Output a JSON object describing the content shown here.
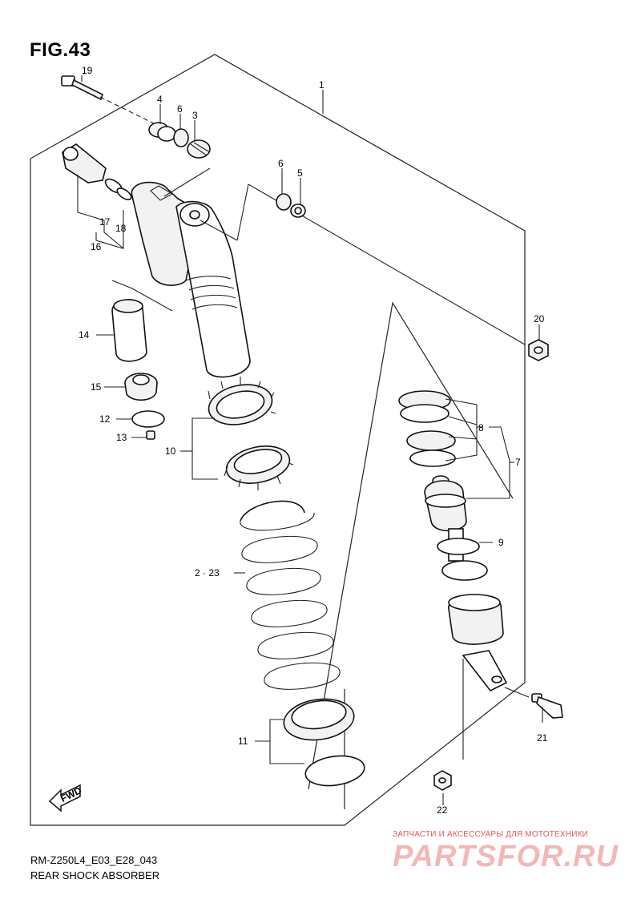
{
  "figure": {
    "title": "FIG.43",
    "model_code": "RM-Z250L4_E03_E28_043",
    "sheet_title": "REAR SHOCK ABSORBER"
  },
  "watermark": {
    "tagline": "ЗАПЧАСТИ И АКСЕССУАРЫ ДЛЯ МОТОТЕХНИКИ",
    "brand": "PARTSFOR.RU",
    "color": "#e05a5a"
  },
  "fwd_arrow": {
    "label": "FWD",
    "icon": "fwd-arrow-icon"
  },
  "callouts": {
    "c19": "19",
    "c1": "1",
    "c4": "4",
    "c6a": "6",
    "c3": "3",
    "c6b": "6",
    "c5": "5",
    "c17": "17",
    "c18": "18",
    "c16": "16",
    "c20": "20",
    "c14": "14",
    "c15": "15",
    "c12": "12",
    "c13": "13",
    "c10": "10",
    "c8": "8",
    "c7": "7",
    "c9": "9",
    "c2_23": "2 · 23",
    "c21": "21",
    "c11": "11",
    "c22": "22"
  }
}
